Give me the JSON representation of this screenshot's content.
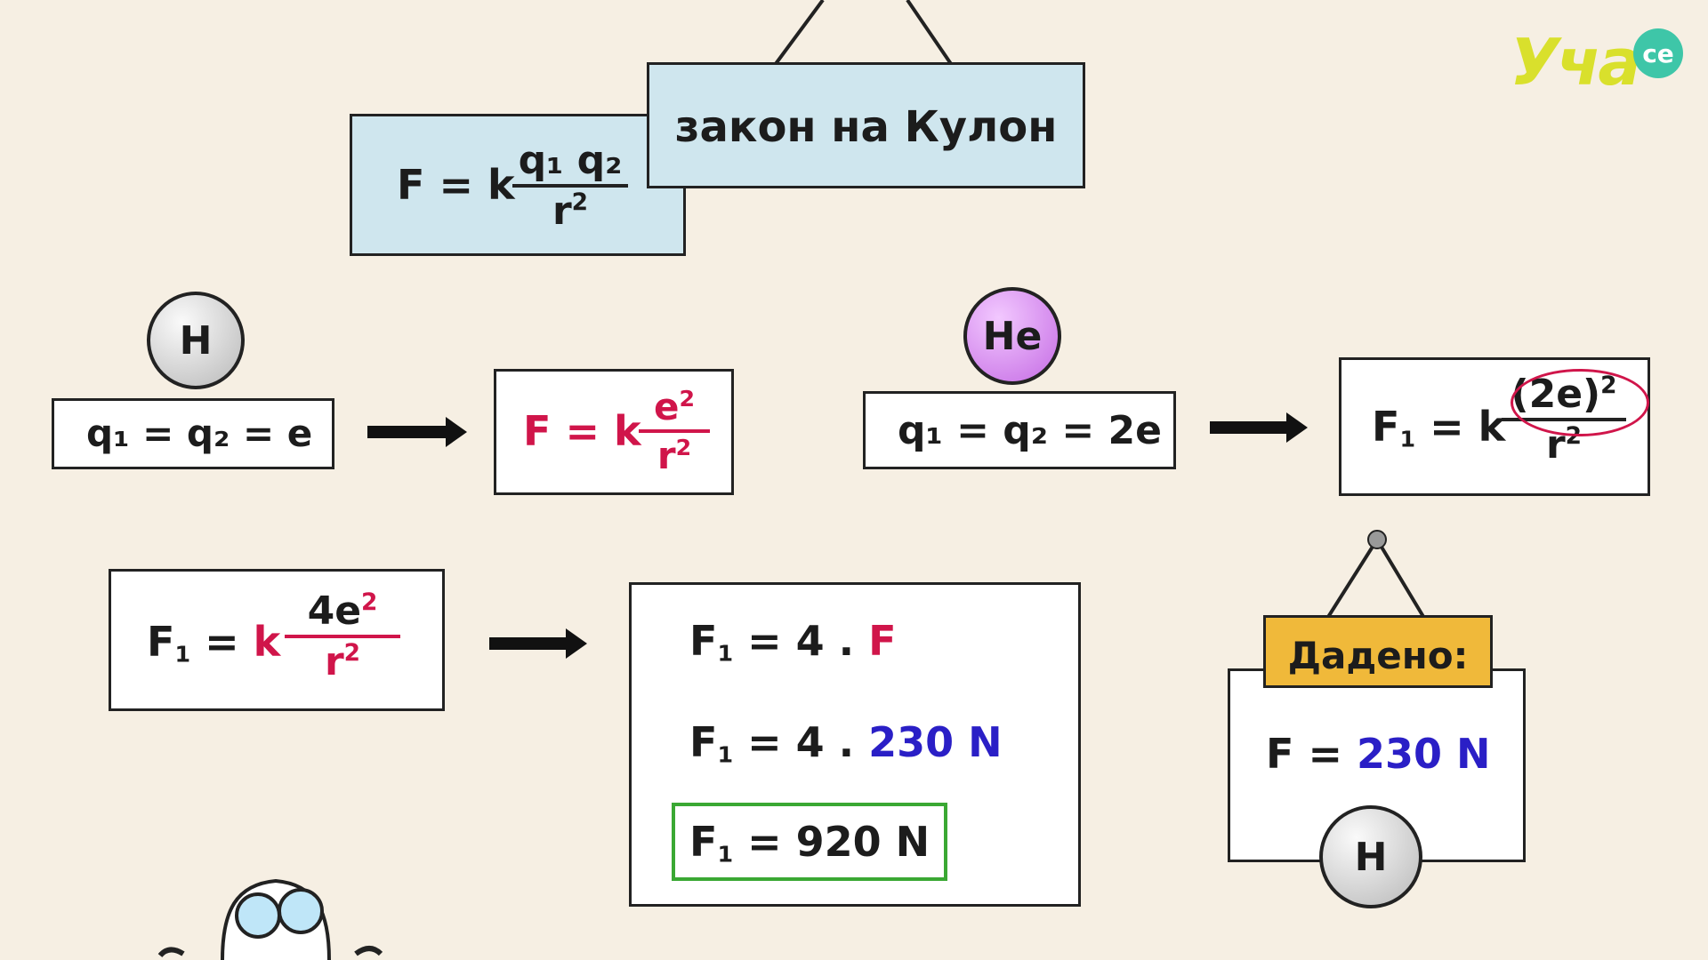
{
  "logo": {
    "text": "Уча",
    "badge": "се"
  },
  "title": {
    "label": "закон на Кулон"
  },
  "formula_card": {
    "lhs": "F = k",
    "num": "q₁ q₂",
    "den": "r"
  },
  "hydrogen": {
    "symbol": "H",
    "charges": "q₁ = q₂ = e",
    "result_lhs": "F = k",
    "result_num": "e",
    "result_den": "r"
  },
  "helium": {
    "symbol": "He",
    "charges": "q₁ = q₂ = 2e",
    "result_lhs": "F",
    "result_k": "= k",
    "result_num": "(2e)",
    "result_den": "r"
  },
  "step": {
    "lhs": "F",
    "eq": "=",
    "k": "k",
    "num": "4e",
    "den": "r"
  },
  "solution": {
    "line1_lhs": "F",
    "line1_eq": "= 4 .",
    "line1_val": "F",
    "line2_lhs": "F",
    "line2_eq": "= 4 .",
    "line2_val": "230 N",
    "line3_lhs": "F",
    "line3_eq": "= 920 N"
  },
  "given": {
    "label": "Дадено:",
    "lhs": "F =",
    "value": "230 N",
    "atom": "H"
  },
  "colors": {
    "background": "#f6efe3",
    "accent_red": "#d0154a",
    "accent_blue": "#2a1fc6",
    "highlight_green": "#3aa833",
    "gold": "#f0b93a",
    "panel_blue": "#cfe6ee"
  }
}
